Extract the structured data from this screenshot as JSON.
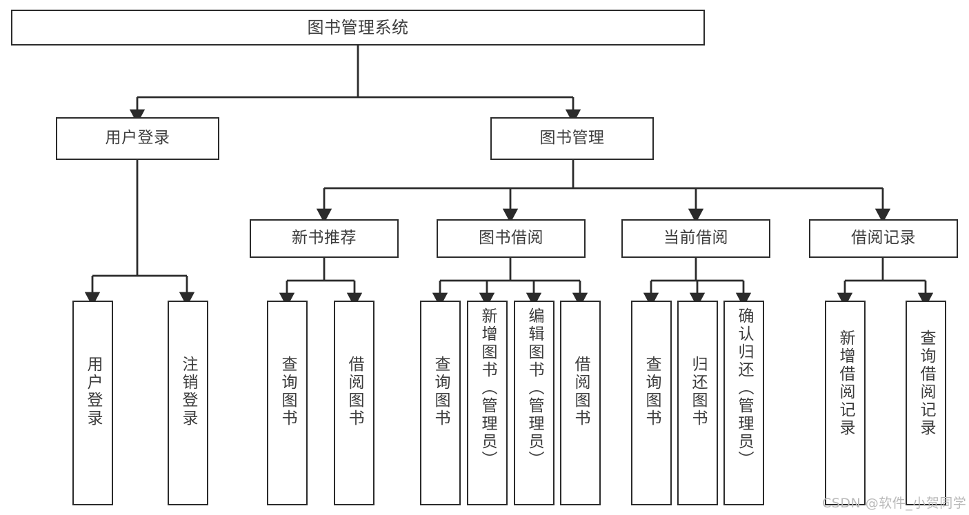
{
  "diagram": {
    "title": "图书管理系统",
    "type": "tree-hierarchy-chart",
    "line_color": "#2b2b2b",
    "text_color": "#3d3d3d",
    "background_color": "#ffffff",
    "root": {
      "label": "图书管理系统"
    },
    "level2": [
      {
        "label": "用户登录"
      },
      {
        "label": "图书管理"
      }
    ],
    "level3": [
      {
        "label": "新书推荐"
      },
      {
        "label": "图书借阅"
      },
      {
        "label": "当前借阅"
      },
      {
        "label": "借阅记录"
      }
    ],
    "leaves": {
      "user_login": [
        {
          "label": "用户登录"
        },
        {
          "label": "注销登录"
        }
      ],
      "new_book_recommend": [
        {
          "label": "查询图书"
        },
        {
          "label": "借阅图书"
        }
      ],
      "book_borrow": [
        {
          "label": "查询图书"
        },
        {
          "label": "新增图书（管理员）"
        },
        {
          "label": "编辑图书（管理员）"
        },
        {
          "label": "借阅图书"
        }
      ],
      "current_borrow": [
        {
          "label": "查询图书"
        },
        {
          "label": "归还图书"
        },
        {
          "label": "确认归还（管理员）"
        }
      ],
      "borrow_record": [
        {
          "label": "新增借阅记录"
        },
        {
          "label": "查询借阅记录"
        }
      ]
    }
  },
  "watermark": {
    "text": "CSDN @软件_小贺同学"
  }
}
